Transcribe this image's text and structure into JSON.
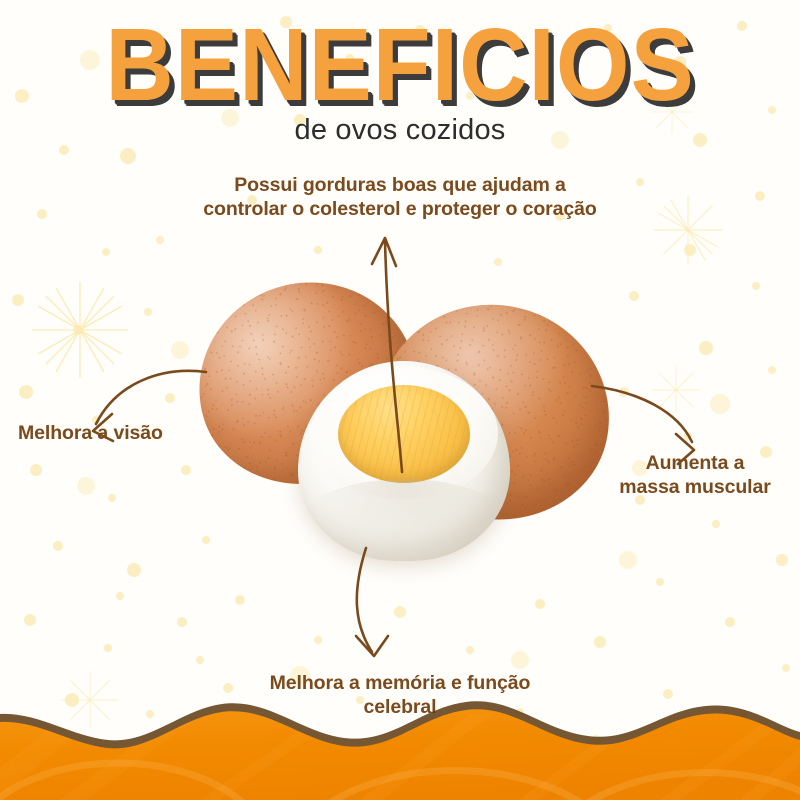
{
  "poster": {
    "title": "BENEFICIOS",
    "subtitle": "de ovos cozidos",
    "language": "pt-BR"
  },
  "colors": {
    "title_orange": "#f4a13e",
    "title_shadow": "#3c3c3c",
    "subtitle_text": "#2d2d2d",
    "callout_text": "#7b4a1d",
    "arrow": "#7a4a1c",
    "wave_orange": "#f08a00",
    "wave_orange_light": "#fba21c",
    "wave_shadow": "#6b4512",
    "background": "#fffefb",
    "confetti": "#fbeec0",
    "egg_shell": "#d5874f",
    "egg_white": "#fbfaf6",
    "yolk": "#ffd060"
  },
  "callouts": [
    {
      "id": "top",
      "name": "benefit-heart",
      "line1": "Possui gorduras boas que ajudam a",
      "line2": "controlar o colesterol e proteger o coração"
    },
    {
      "id": "left",
      "name": "benefit-vision",
      "line1": "Melhora a visão",
      "line2": ""
    },
    {
      "id": "right",
      "name": "benefit-muscle",
      "line1": "Aumenta a",
      "line2": "massa muscular"
    },
    {
      "id": "bottom",
      "name": "benefit-memory",
      "line1": "Melhora a memória e função",
      "line2": "celebral"
    }
  ],
  "artwork": {
    "subject": "boiled-eggs",
    "items": [
      {
        "name": "whole-egg-left",
        "type": "brown-egg"
      },
      {
        "name": "whole-egg-right",
        "type": "brown-egg"
      },
      {
        "name": "halved-egg",
        "type": "boiled-egg-half-with-yolk"
      }
    ]
  },
  "arrows": [
    {
      "name": "arrow-to-heart-benefit",
      "direction": "up"
    },
    {
      "name": "arrow-to-vision-benefit",
      "direction": "down-left"
    },
    {
      "name": "arrow-to-muscle-benefit",
      "direction": "down-right"
    },
    {
      "name": "arrow-to-memory-benefit",
      "direction": "down"
    }
  ],
  "decorations": {
    "bottom_wave": "orange-wave-band",
    "confetti": "pale-yellow-dots",
    "sparkles": "star-bursts"
  }
}
